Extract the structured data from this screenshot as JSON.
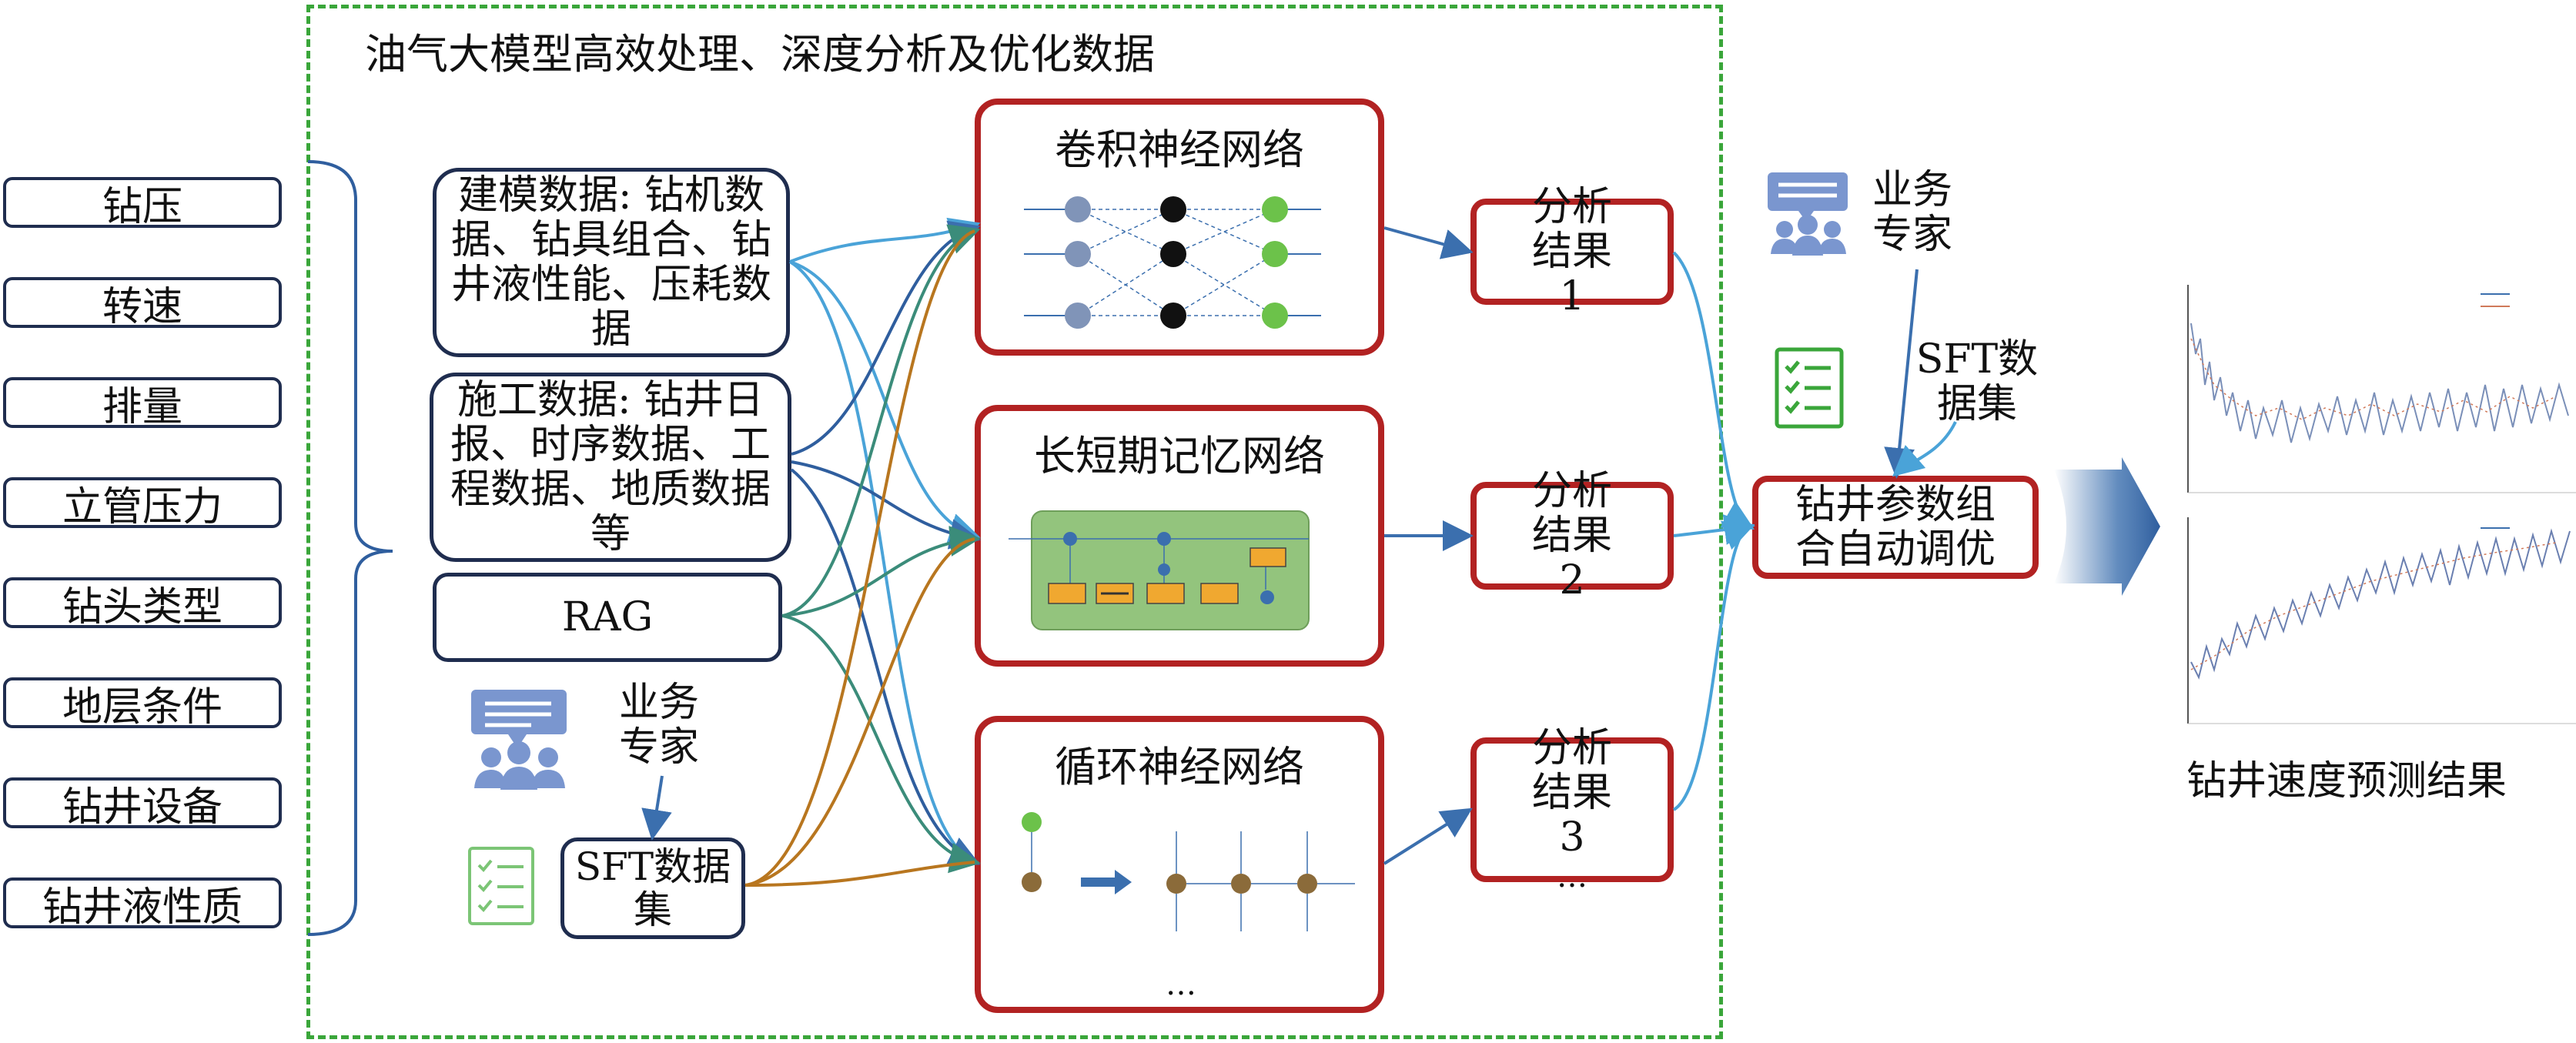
{
  "frame": {
    "title": "油气大模型高效处理、深度分析及优化数据"
  },
  "parameters": [
    "钻压",
    "转速",
    "排量",
    "立管压力",
    "钻头类型",
    "地层条件",
    "钻井设备",
    "钻井液性质"
  ],
  "data_sources": {
    "modeling": "建模数据: 钻机数据、钻具组合、钻井液性能、压耗数据",
    "construction": "施工数据: 钻井日报、时序数据、工程数据、地质数据等",
    "rag": "RAG",
    "expert_label": "业务专家",
    "sft_label": "SFT数据集"
  },
  "models": [
    {
      "title": "卷积神经网络"
    },
    {
      "title": "长短期记忆网络"
    },
    {
      "title": "循环神经网络",
      "ellipsis": "…"
    }
  ],
  "results": [
    {
      "label": "分析结果 1"
    },
    {
      "label": "分析结果 2"
    },
    {
      "label": "分析结果 3",
      "ellipsis": "…"
    }
  ],
  "tuning": {
    "expert_label": "业务专家",
    "sft_label": "SFT数据集",
    "box_label": "钻井参数组合自动调优"
  },
  "output": {
    "caption": "钻井速度预测结果"
  },
  "colors": {
    "frame_dash": "#3aa63a",
    "box_border": "#1f2d4f",
    "model_border": "#b22222",
    "arrow_blue": "#3b6fae",
    "arrow_light": "#4aa3d8",
    "arrow_green": "#3b8c7a",
    "arrow_orange": "#b8761f",
    "icon_blue": "#7a96cf",
    "icon_green": "#3aa63a",
    "lstm_fill": "#93c47d",
    "lstm_cell": "#f0a830"
  }
}
